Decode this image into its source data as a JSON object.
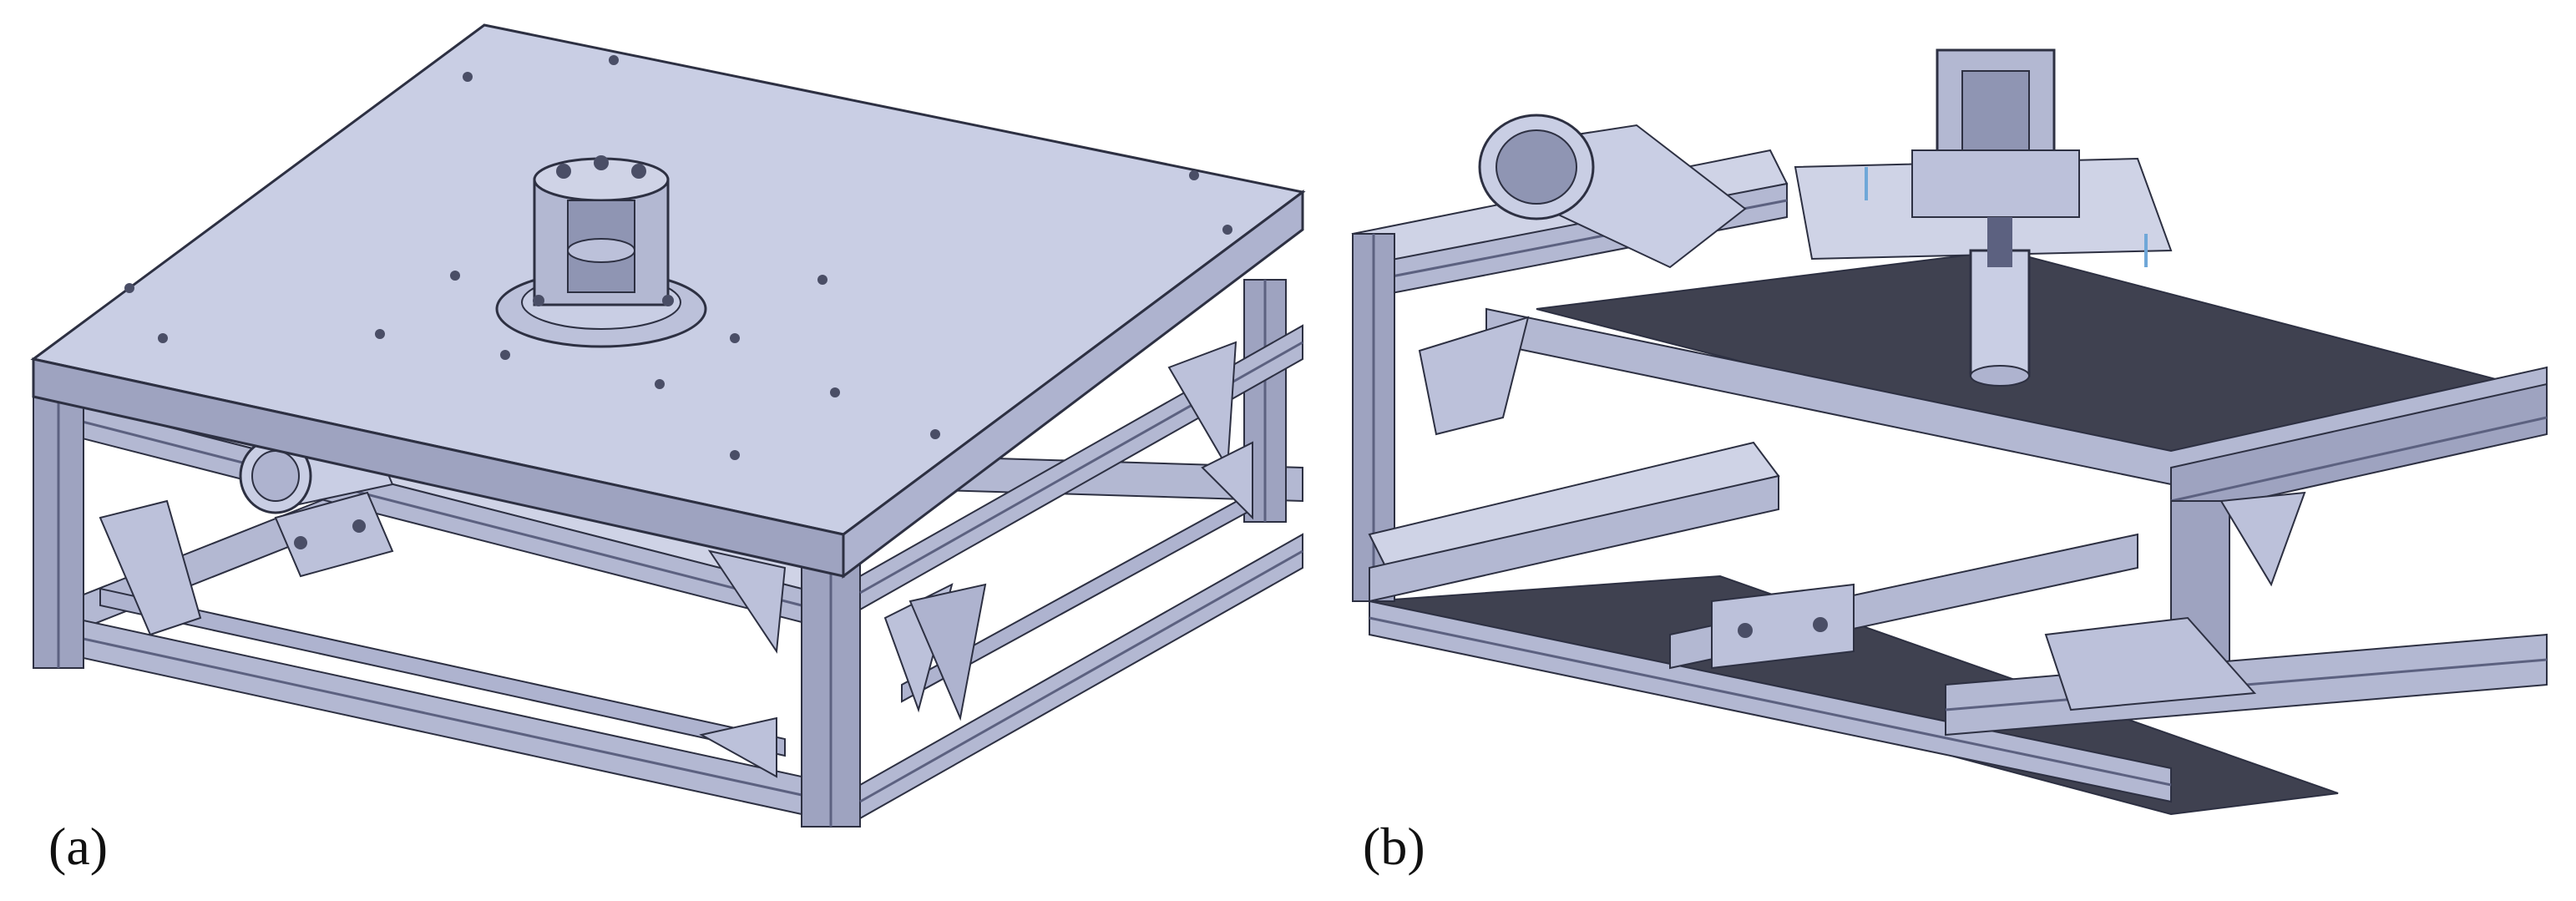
{
  "figure": {
    "panels": [
      {
        "id": "a",
        "caption": "(a)",
        "subject": "assembled-frame-with-top-plate"
      },
      {
        "id": "b",
        "caption": "(b)",
        "subject": "section-view-of-frame"
      }
    ]
  },
  "colors": {
    "plate_top": "#c9cee4",
    "plate_side": "#aeb3cf",
    "plate_front": "#9ea3c0",
    "extrusion_light": "#cfd3e6",
    "extrusion_mid": "#b3b8d2",
    "extrusion_dark": "#8f95b3",
    "slot": "#5c6180",
    "bracket": "#bcc1da",
    "section_cut": "#3f4150",
    "hole": "#4a4e66",
    "edge": "#2d3042",
    "accent_blue": "#6fa7d8"
  }
}
